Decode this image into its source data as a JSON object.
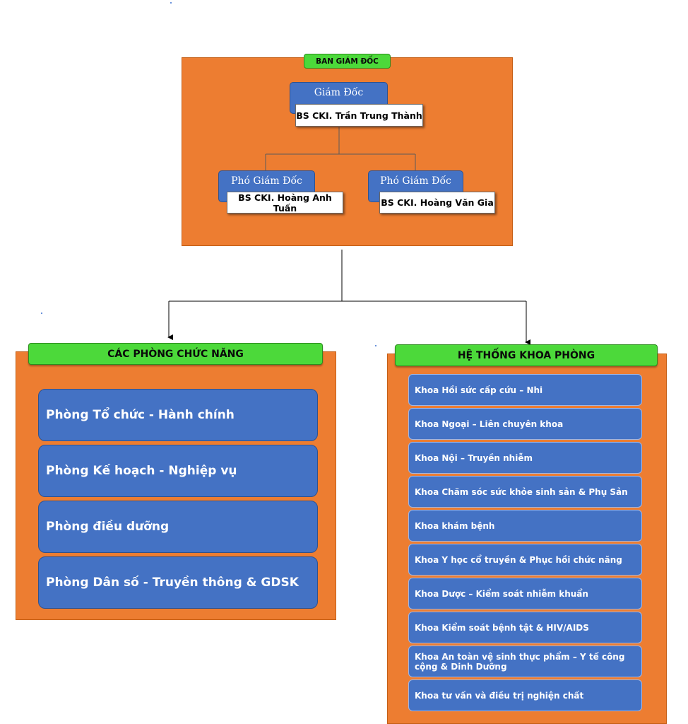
{
  "board": {
    "title": "BAN GIÁM ĐỐC",
    "director": {
      "role": "Giám Đốc",
      "name": "BS CKI. Trần Trung Thành"
    },
    "deputies": [
      {
        "role": "Phó Giám Đốc",
        "name": "BS CKI. Hoàng Anh Tuấn"
      },
      {
        "role": "Phó Giám Đốc",
        "name": "BS CKI. Hoàng Văn Gia"
      }
    ]
  },
  "functional": {
    "title": "CÁC PHÒNG CHỨC  NĂNG",
    "rooms": [
      "Phòng Tổ chức - Hành chính",
      "Phòng Kế hoạch - Nghiệp vụ",
      "Phòng điều dưỡng",
      "Phòng Dân số - Truyền thông & GDSK"
    ]
  },
  "departments": {
    "title": "HỆ THỐNG KHOA PHÒNG",
    "items": [
      "Khoa Hồi sức cấp cứu – Nhi",
      "Khoa Ngoại – Liên chuyên khoa",
      "Khoa Nội – Truyền nhiễm",
      "Khoa Chăm sóc sức khỏe sinh sản & Phụ Sản",
      "Khoa khám bệnh",
      "Khoa Y học cổ truyền & Phục hồi chức năng",
      "Khoa Dược – Kiểm soát nhiễm khuẩn",
      "Khoa Kiểm soát bệnh tật & HIV/AIDS",
      "Khoa An toàn vệ sinh thực phẩm – Y tế công cộng & Dinh Dưỡng",
      "Khoa tư vấn và điều trị nghiện chất"
    ]
  },
  "colors": {
    "panel": "#ed7d31",
    "header": "#4cd93a",
    "box": "#4472c4"
  }
}
